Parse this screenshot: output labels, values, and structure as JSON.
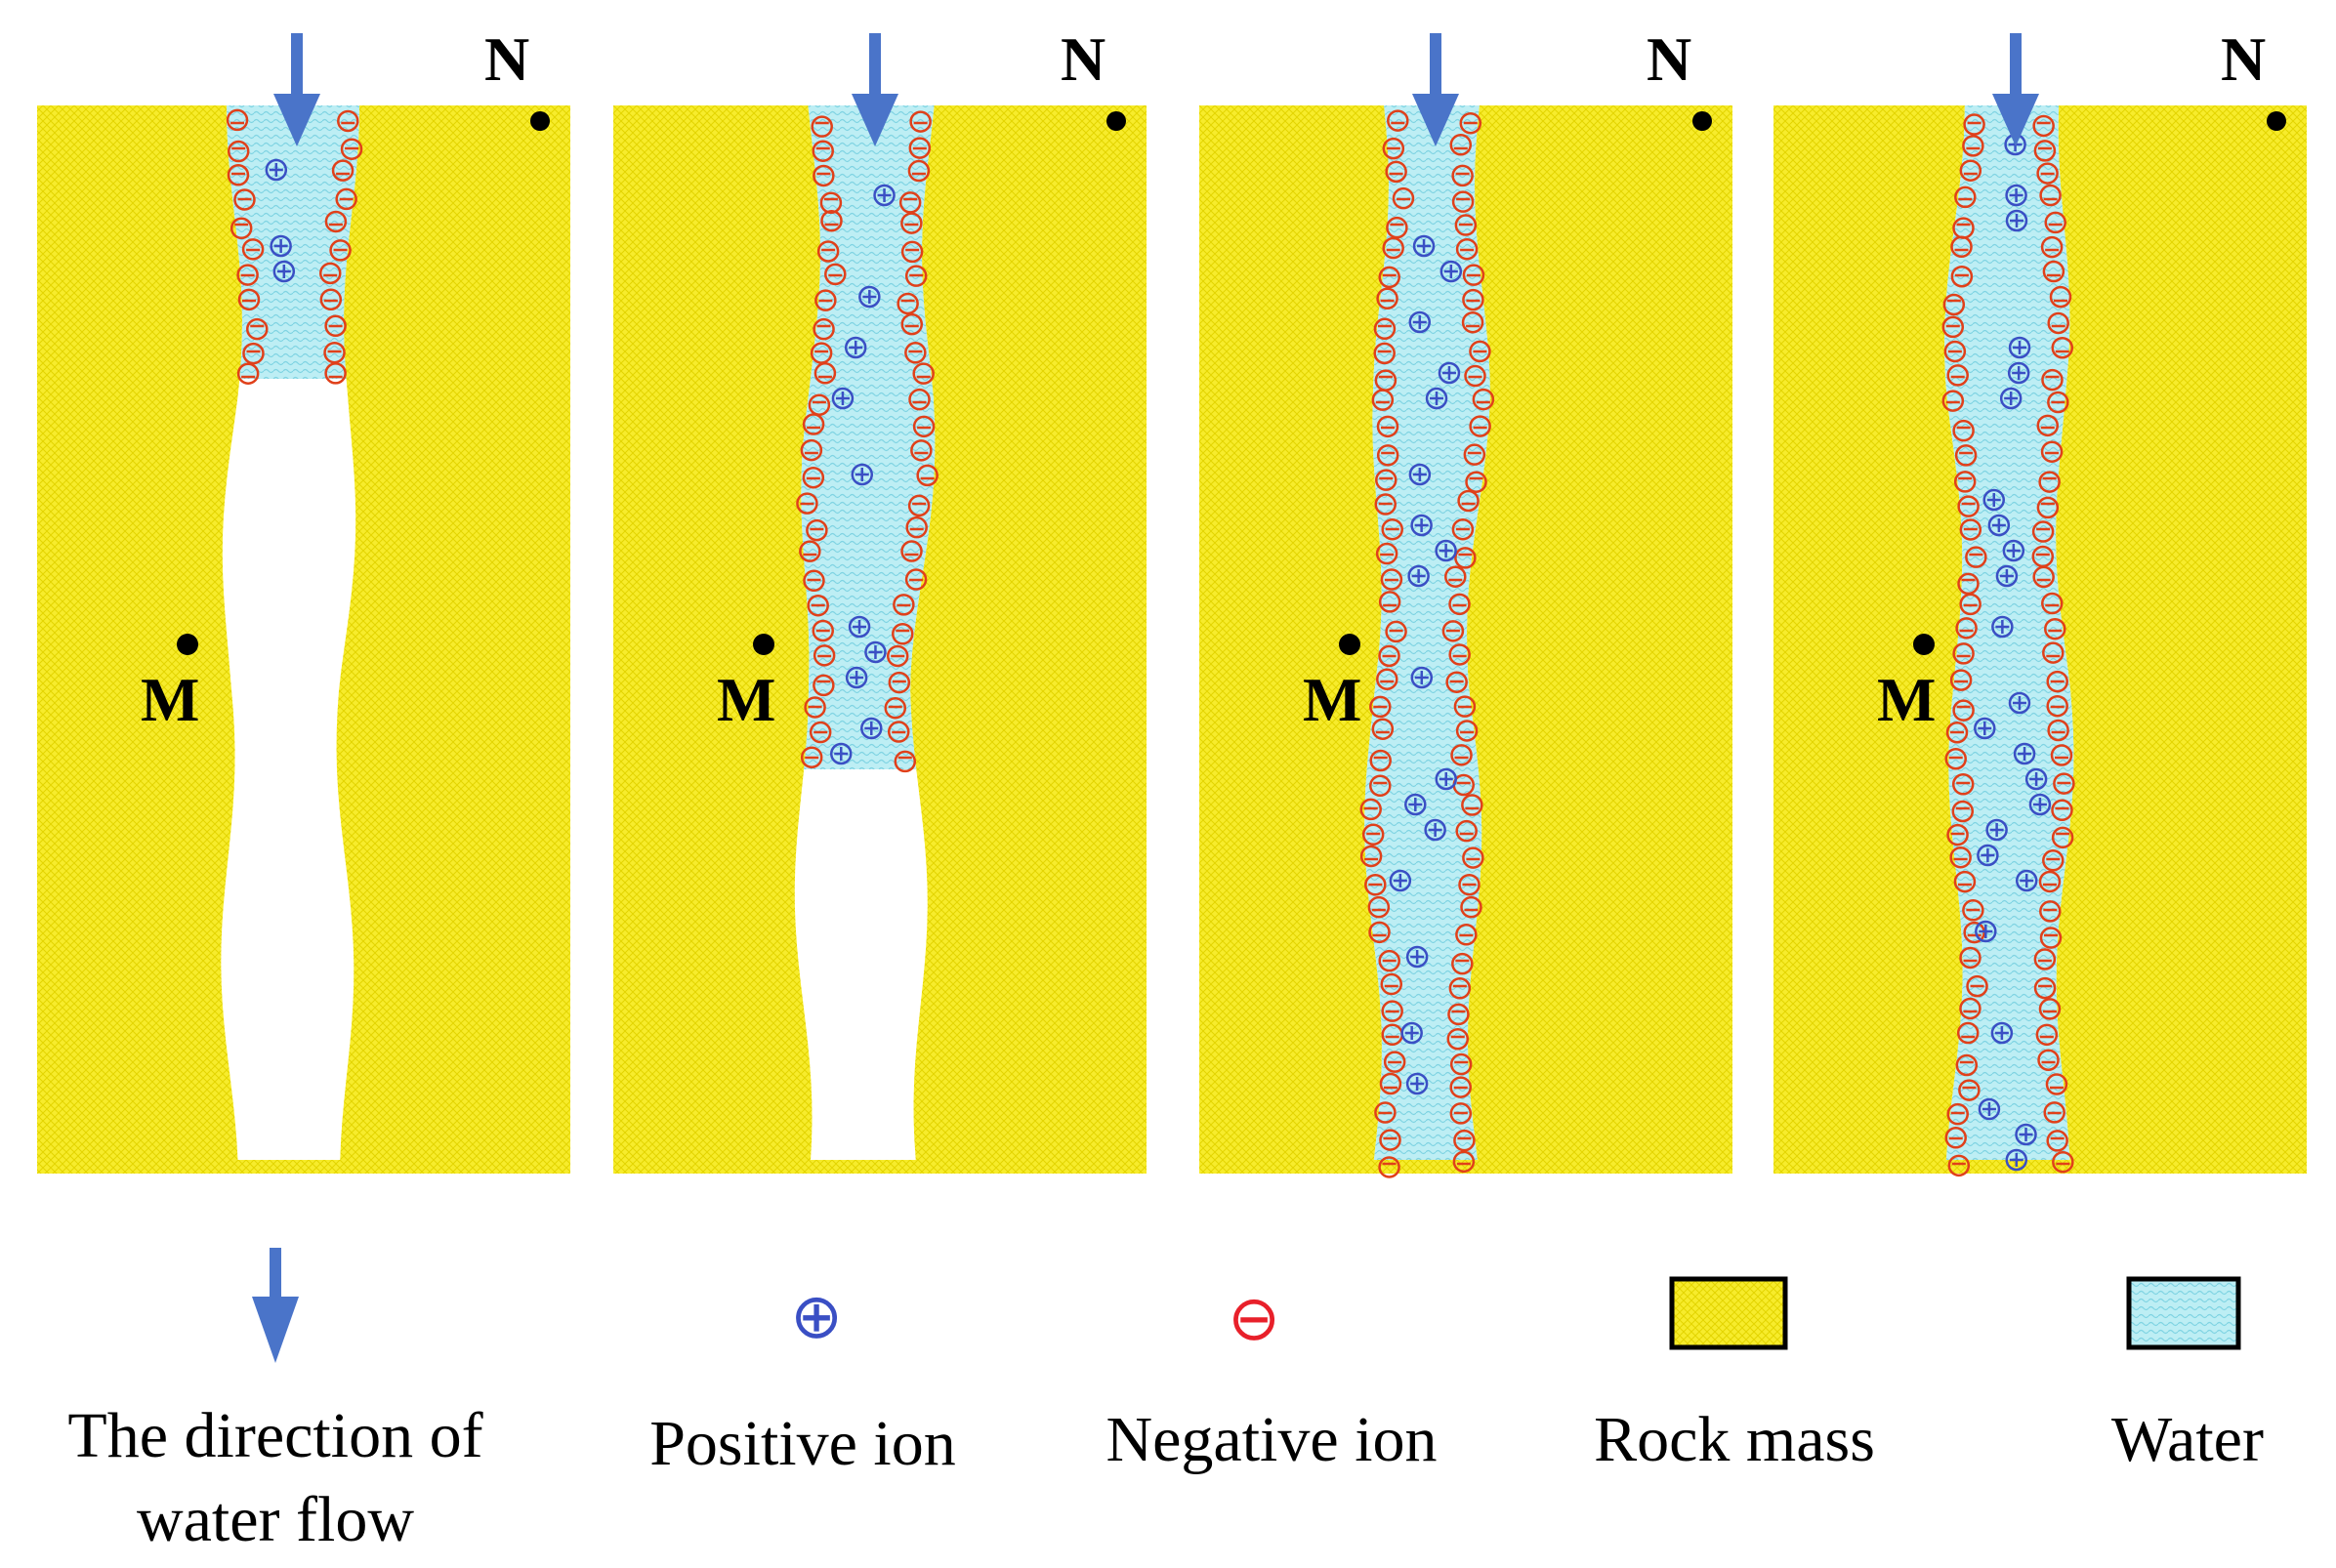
{
  "colors": {
    "rock": "#f7ec2c",
    "rock_hatch": "#e0d000",
    "water": "#b9ecf2",
    "water_hatch": "#7fd6e4",
    "positive": "#3a4fc4",
    "negative": "#e0401a",
    "arrow": "#4a74c9"
  },
  "panels": [
    {
      "stage": 1,
      "point_m": "M",
      "point_n": "N",
      "water_front": 0.27
    },
    {
      "stage": 2,
      "point_m": "M",
      "point_n": "N",
      "water_front": 0.63
    },
    {
      "stage": 3,
      "point_m": "M",
      "point_n": "N",
      "water_front": 1.0
    },
    {
      "stage": 4,
      "point_m": "M",
      "point_n": "N",
      "water_front": 1.0
    }
  ],
  "legend": {
    "flow_label_line1": "The direction of",
    "flow_label_line2": "water flow",
    "positive_label": "Positive ion",
    "negative_label": "Negative ion",
    "rock_label": "Rock mass",
    "water_label": "Water",
    "positive_symbol": "⊕",
    "negative_symbol": "⊖"
  }
}
